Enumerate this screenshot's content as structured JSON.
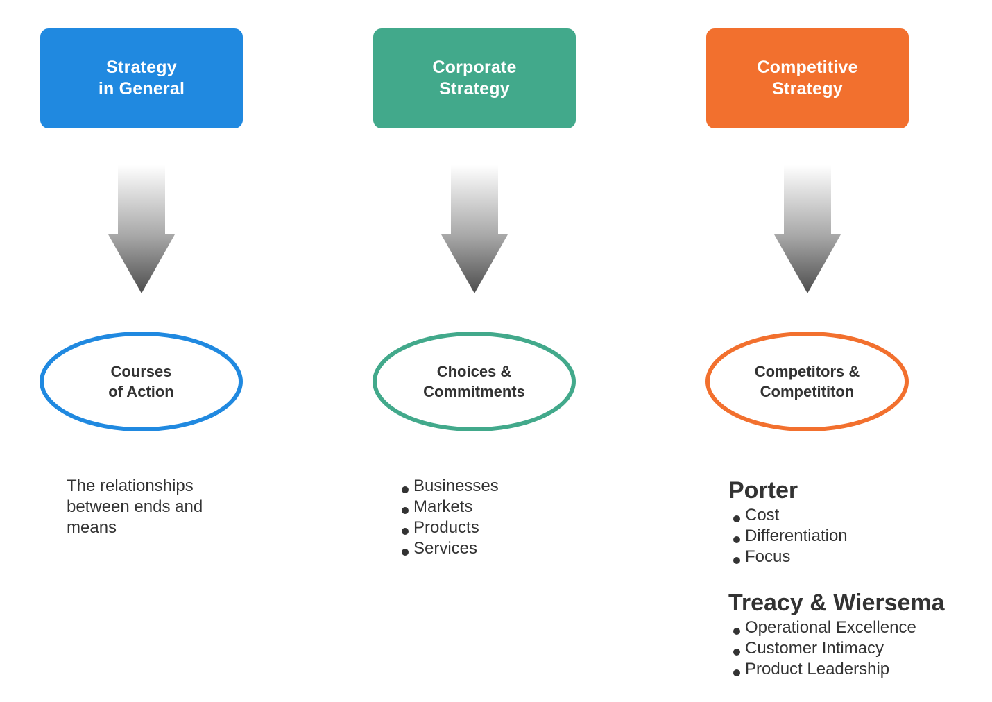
{
  "diagram": {
    "title": "Strategy levels diagram",
    "columns": [
      {
        "id": "strategy-in-general",
        "header": {
          "label": "Strategy\nin General",
          "color": "#2089e0"
        },
        "arrow": {
          "name": "down-arrow-icon",
          "gradient_from": "#ffffff",
          "gradient_to": "#4d4d4d"
        },
        "ellipse": {
          "label": "Courses\nof Action",
          "stroke_color": "#2089e0",
          "fill_color": "#ffffff"
        },
        "notes": {
          "type": "paragraph",
          "text": "The relationships between ends and means"
        }
      },
      {
        "id": "corporate-strategy",
        "header": {
          "label": "Corporate\nStrategy",
          "color": "#42a98b"
        },
        "arrow": {
          "name": "down-arrow-icon",
          "gradient_from": "#ffffff",
          "gradient_to": "#4d4d4d"
        },
        "ellipse": {
          "label": "Choices &\nCommitments",
          "stroke_color": "#42a98b",
          "fill_color": "#ffffff"
        },
        "notes": {
          "type": "bullets",
          "items": [
            "Businesses",
            "Markets",
            "Products",
            "Services"
          ]
        }
      },
      {
        "id": "competitive-strategy",
        "header": {
          "label": "Competitive\nStrategy",
          "color": "#f2702e"
        },
        "arrow": {
          "name": "down-arrow-icon",
          "gradient_from": "#ffffff",
          "gradient_to": "#4d4d4d"
        },
        "ellipse": {
          "label": "Competitors &\nCompetititon",
          "stroke_color": "#f2702e",
          "fill_color": "#ffffff"
        },
        "notes": {
          "type": "groups",
          "groups": [
            {
              "heading": "Porter",
              "items": [
                "Cost",
                "Differentiation",
                "Focus"
              ]
            },
            {
              "heading": "Treacy & Wiersema",
              "items": [
                "Operational Excellence",
                "Customer Intimacy",
                "Product Leadership"
              ]
            }
          ]
        }
      }
    ],
    "palette": {
      "background": "#ffffff",
      "text": "#333333",
      "blue": "#2089e0",
      "green": "#42a98b",
      "orange": "#f2702e",
      "arrow_dark": "#4d4d4d"
    }
  }
}
